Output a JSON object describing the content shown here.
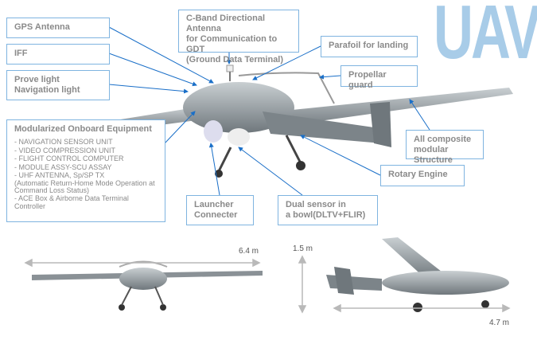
{
  "title": "UAV",
  "labels": {
    "gps": "GPS Antenna",
    "iff": "IFF",
    "prove": [
      "Prove light",
      "Navigation light"
    ],
    "cband": [
      "C-Band Directional Antenna",
      "for Communication to GDT",
      "(Ground Data Terminal)"
    ],
    "parafoil": "Parafoil for landing",
    "guard": "Propellar guard",
    "composite": [
      "All composite",
      "modular Structure"
    ],
    "engine": "Rotary Engine",
    "launcher": [
      "Launcher",
      "Connecter"
    ],
    "dual": [
      "Dual sensor in",
      "a bowl(DLTV+FLIR)"
    ]
  },
  "equipment": {
    "heading": "Modularized Onboard Equipment",
    "items": [
      "- NAVIGATION SENSOR UNIT",
      "- VIDEO COMPRESSION UNIT",
      "- FLIGHT CONTROL COMPUTER",
      "- MODULE ASSY-SCU ASSAY",
      "- UHF ANTENNA, Sp/SP TX",
      " (Automatic Return-Home Mode Operation at",
      " Command Loss Status)",
      "- ACE Box & Airborne Data Terminal Controller"
    ]
  },
  "dimensions": {
    "wingspan": "6.4 m",
    "height": "1.5 m",
    "length": "4.7 m"
  },
  "colors": {
    "accent": "#7fb4e0",
    "arrow": "#1a6fc8",
    "title": "#a8cce8",
    "body": "#8e9599"
  }
}
